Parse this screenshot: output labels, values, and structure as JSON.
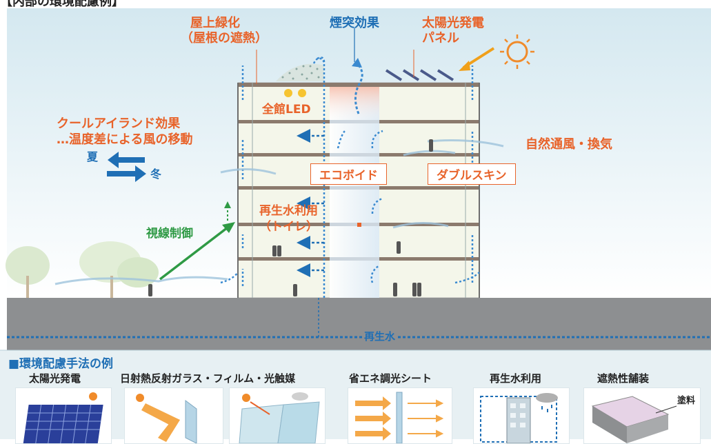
{
  "header": {
    "clipped_title": "【内部の環境配慮例】"
  },
  "labels": {
    "rooftop_greening": "屋上緑化",
    "rooftop_greening_sub": "（屋根の遮熱）",
    "chimney_effect": "煙突効果",
    "solar_panel_line1": "太陽光発電",
    "solar_panel_line2": "パネル",
    "all_led": "全館LED",
    "cool_island_line1": "クールアイランド効果",
    "cool_island_line2": "…温度差による風の移動",
    "summer": "夏",
    "winter": "冬",
    "natural_ventilation": "自然通風・換気",
    "eco_void": "エコボイド",
    "double_skin": "ダブルスキン",
    "recycled_water_use": "再生水利用",
    "recycled_water_toilet": "（トイレ）",
    "sightline_control": "視線制御",
    "recycled_water": "再生水"
  },
  "methods": {
    "heading": "■環境配慮手法の例",
    "items": [
      {
        "label": "太陽光発電"
      },
      {
        "label": "日射熱反射ガラス・フィルム・光触媒"
      },
      {
        "label": "省エネ調光シート"
      },
      {
        "label": "再生水利用"
      },
      {
        "label": "遮熱性舗装",
        "annotation": "塗料"
      }
    ]
  },
  "colors": {
    "accent_orange": "#e8632a",
    "accent_blue": "#1f6fb5",
    "accent_green": "#2f9a45",
    "ground": "#8d8f91",
    "sky_top": "#d7e9f0"
  }
}
